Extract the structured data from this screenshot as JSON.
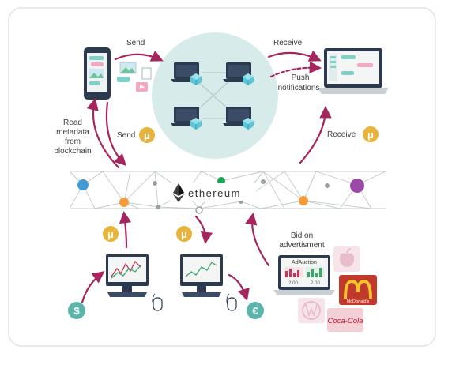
{
  "labels": {
    "send": "Send",
    "receive": "Receive",
    "push_line1": "Push",
    "push_line2": "notifications",
    "read_line1": "Read",
    "read_line2": "metadata",
    "read_line3": "from",
    "read_line4": "blockchain",
    "send_mu": "Send",
    "receive_mu": "Receive",
    "bid_line1": "Bid on",
    "bid_line2": "advertisment",
    "ethereum": "ethereum",
    "adauction": "AdAuction",
    "mu": "μ",
    "dollar": "$",
    "euro": "€",
    "bid_value_1": "2.00",
    "bid_value_2": "2.00",
    "brand_mcdonalds": "McDonald's",
    "brand_cocacola": "Coca-Cola"
  },
  "colors": {
    "arrow": "#a6255f",
    "mu_badge": "#e7b33a",
    "currency_badge": "#5cb5aa",
    "circle_bg": "#d7ecea",
    "node_blue": "#3f9ad6",
    "node_orange": "#f39c3a",
    "node_green": "#1ea354",
    "node_purple": "#9b4aa8",
    "laptop_body": "#2b3a4f",
    "cube": "#5bc7d8"
  },
  "icons": [
    "smartphone-icon",
    "laptop-icon",
    "desktop-icon",
    "mouse-icon",
    "ethereum-logo-icon",
    "apple-logo-icon",
    "mcdonalds-logo-icon",
    "volkswagen-logo-icon",
    "cocacola-logo-icon"
  ]
}
